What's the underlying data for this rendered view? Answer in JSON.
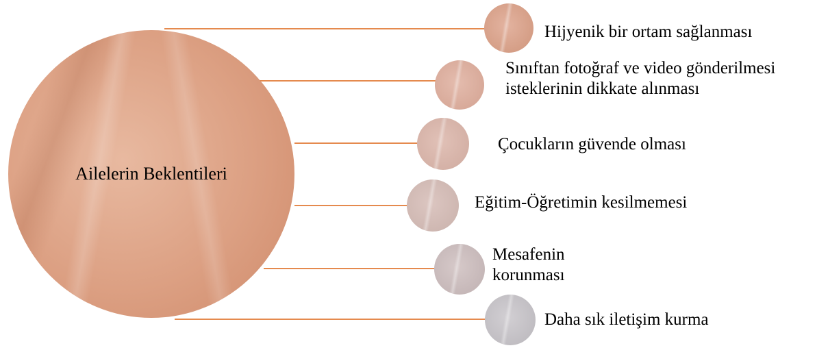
{
  "diagram": {
    "center_label": "Ailelerin Beklentileri",
    "items": [
      {
        "label": "Hijyenik bir ortam sağlanması"
      },
      {
        "label": "Sınıftan fotoğraf ve video gönderilmesi isteklerinin dikkate alınması"
      },
      {
        "label": "Çocukların güvende olması"
      },
      {
        "label": "Eğitim-Öğretimin kesilmemesi"
      },
      {
        "label": "Mesafenin korunması"
      },
      {
        "label": "Daha sık iletişim kurma"
      }
    ],
    "colors": {
      "connector": "#e58a4e",
      "center_fill": "#dca083"
    }
  }
}
